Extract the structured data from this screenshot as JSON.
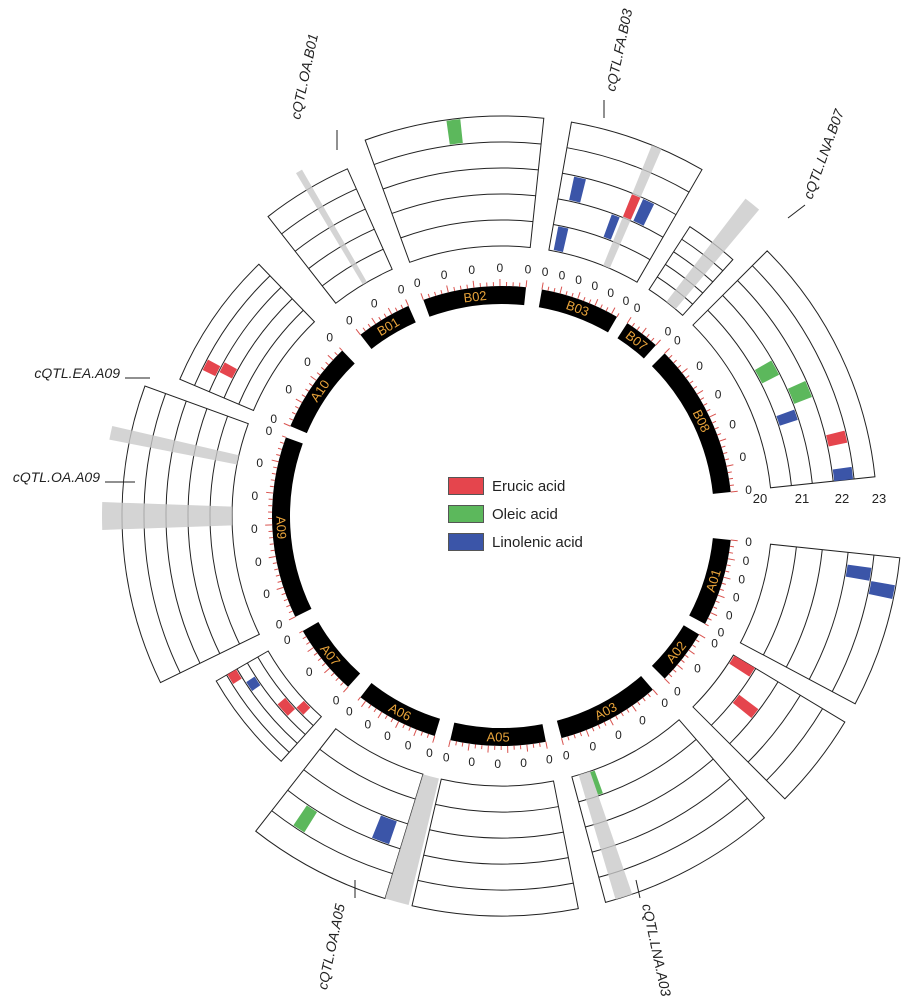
{
  "chromosomes": [
    "B01",
    "B02",
    "B03",
    "B07",
    "B08",
    "A01",
    "A02",
    "A03",
    "A05",
    "A06",
    "A07",
    "A09",
    "A10"
  ],
  "tick_zero": "0",
  "ring_axis_labels": [
    "20",
    "21",
    "22",
    "23"
  ],
  "legend": [
    {
      "label": "Erucic acid",
      "color": "#e5454d"
    },
    {
      "label": "Oleic acid",
      "color": "#5cb85c"
    },
    {
      "label": "Linolenic acid",
      "color": "#3b55a8"
    }
  ],
  "qtl_labels": {
    "oa_b01": "cQTL.OA.B01",
    "fa_b03": "cQTL.FA.B03",
    "lna_b07": "cQTL.LNA.B07",
    "ea_a09": "cQTL.EA.A09",
    "oa_a09": "cQTL.OA.A09",
    "oa_a05": "cQTL.OA.A05",
    "lna_a03": "cQTL.LNA.A03"
  },
  "colors": {
    "ideogram": "#000000",
    "chromosome_text": "#e8a33a",
    "tick": "#d9534f",
    "highlight": "#c9c9c9"
  }
}
